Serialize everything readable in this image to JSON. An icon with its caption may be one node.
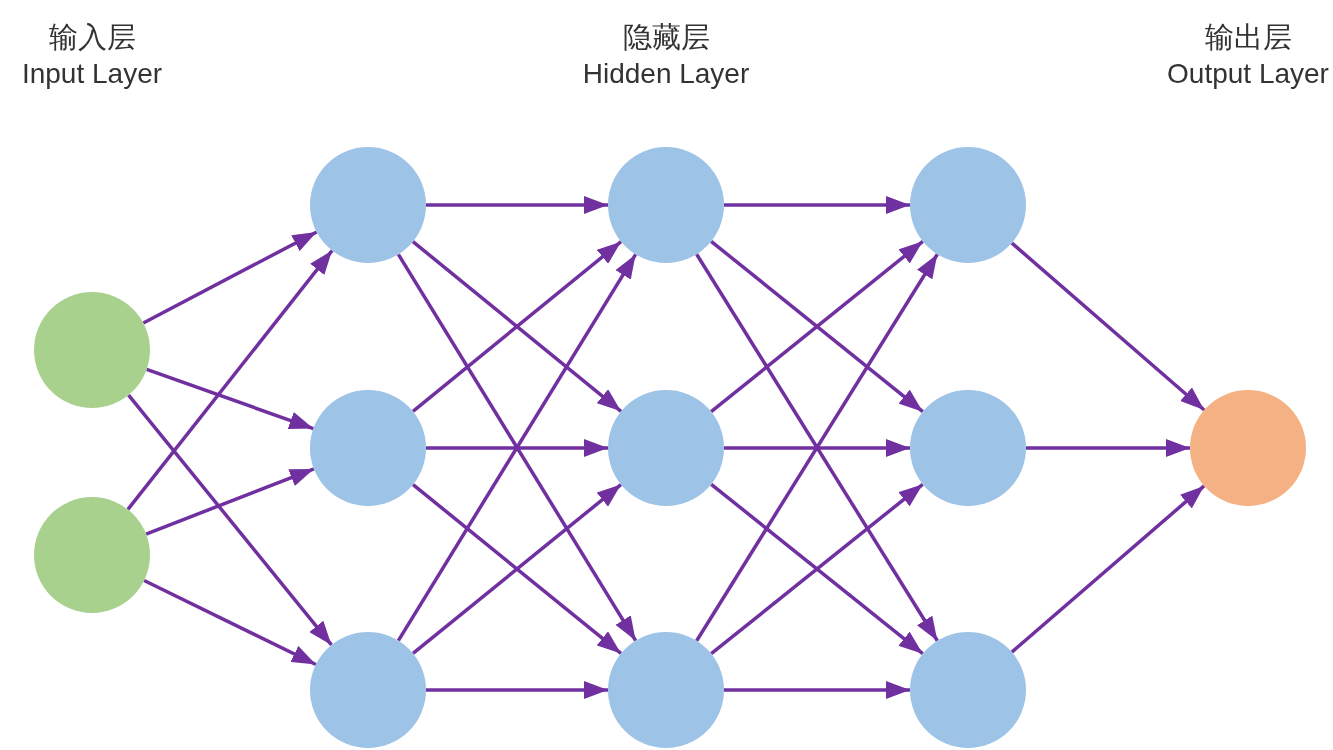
{
  "diagram": {
    "nodes": [
      {
        "text": [],
        "shape": "circle"
      },
      {
        "text": [],
        "shape": "circle"
      },
      {
        "text": [],
        "shape": "circle"
      },
      {
        "text": [],
        "shape": "circle"
      },
      {
        "text": [],
        "shape": "circle"
      },
      {
        "text": [],
        "shape": "circle"
      },
      {
        "text": [],
        "shape": "circle"
      },
      {
        "text": [],
        "shape": "circle"
      },
      {
        "text": [],
        "shape": "circle"
      },
      {
        "text": [],
        "shape": "circle"
      },
      {
        "text": [],
        "shape": "circle"
      },
      {
        "text": [],
        "shape": "circle"
      }
    ],
    "edges": [
      {
        "from": 0,
        "to": 2,
        "arrow": "to"
      },
      {
        "from": 0,
        "to": 3,
        "arrow": "to"
      },
      {
        "from": 0,
        "to": 4,
        "arrow": "to"
      },
      {
        "from": 1,
        "to": 2,
        "arrow": "to"
      },
      {
        "from": 1,
        "to": 3,
        "arrow": "to"
      },
      {
        "from": 1,
        "to": 4,
        "arrow": "to"
      },
      {
        "from": 2,
        "to": 5,
        "arrow": "to"
      },
      {
        "from": 2,
        "to": 6,
        "arrow": "to"
      },
      {
        "from": 2,
        "to": 7,
        "arrow": "to"
      },
      {
        "from": 3,
        "to": 5,
        "arrow": "to"
      },
      {
        "from": 3,
        "to": 6,
        "arrow": "to"
      },
      {
        "from": 3,
        "to": 7,
        "arrow": "to"
      },
      {
        "from": 4,
        "to": 5,
        "arrow": "to"
      },
      {
        "from": 4,
        "to": 6,
        "arrow": "to"
      },
      {
        "from": 4,
        "to": 7,
        "arrow": "to"
      },
      {
        "from": 5,
        "to": 8,
        "arrow": "to"
      },
      {
        "from": 5,
        "to": 9,
        "arrow": "to"
      },
      {
        "from": 5,
        "to": 10,
        "arrow": "to"
      },
      {
        "from": 6,
        "to": 8,
        "arrow": "to"
      },
      {
        "from": 6,
        "to": 9,
        "arrow": "to"
      },
      {
        "from": 6,
        "to": 10,
        "arrow": "to"
      },
      {
        "from": 7,
        "to": 8,
        "arrow": "to"
      },
      {
        "from": 7,
        "to": 9,
        "arrow": "to"
      },
      {
        "from": 7,
        "to": 10,
        "arrow": "to"
      },
      {
        "from": 8,
        "to": 11,
        "arrow": "to"
      },
      {
        "from": 9,
        "to": 11,
        "arrow": "to"
      },
      {
        "from": 10,
        "to": 11,
        "arrow": "to"
      }
    ],
    "labels": [
      "输入层",
      "Input Layer",
      "隐藏层",
      "Hidden Layer",
      "输出层",
      "Output Layer"
    ]
  }
}
